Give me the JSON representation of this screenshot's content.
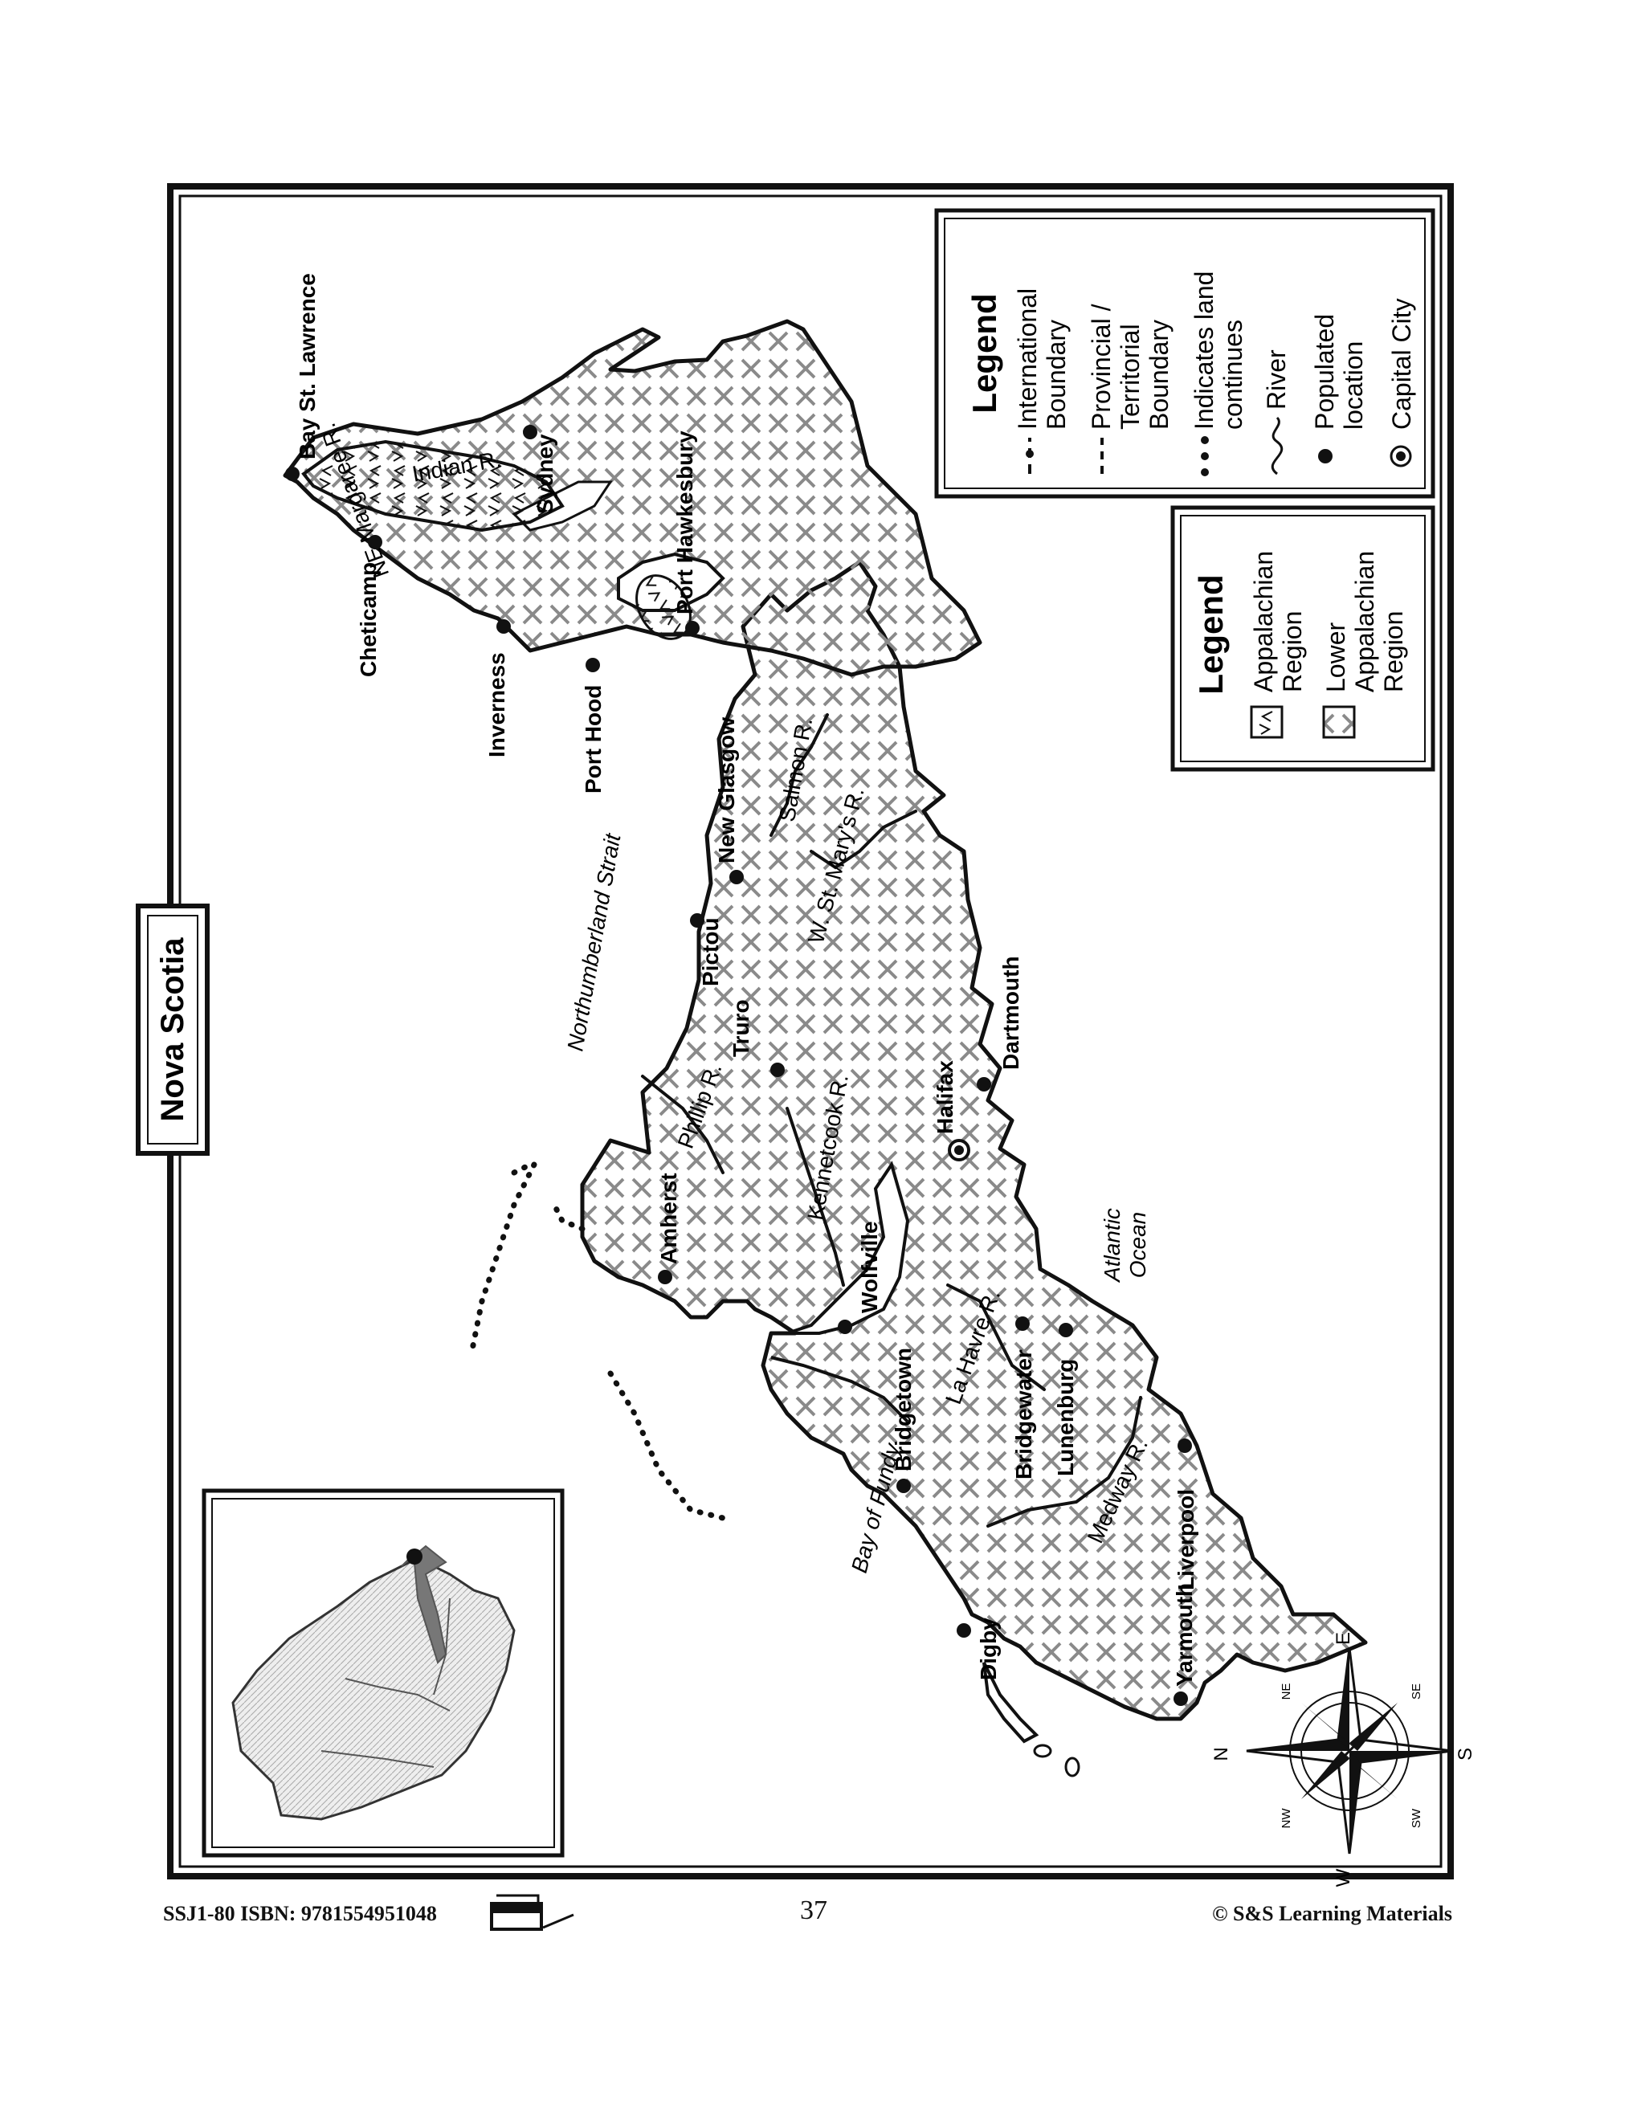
{
  "title": "Nova Scotia",
  "water": {
    "northumberland": "Northumberland Strait",
    "fundy": "Bay of Fundy",
    "atlantic_1": "Atlantic",
    "atlantic_2": "Ocean"
  },
  "rivers": {
    "indian": "Indian R.",
    "margaree": "NE Margaree R.",
    "salmon": "Salmon R.",
    "stmarys": "W. St. Mary's R.",
    "phillip": "Phillip R.",
    "kennetcook": "Kennetcook R.",
    "lahavre": "La Havre R.",
    "medway": "Medway R."
  },
  "cities": {
    "bay_st_lawrence": "Bay St. Lawrence",
    "cheticamp": "Cheticamp",
    "sydney": "Sydney",
    "inverness": "Inverness",
    "port_hood": "Port Hood",
    "port_hawkesbury": "Port Hawkesbury",
    "new_glasgow": "New Glasgow",
    "pictou": "Pictou",
    "truro": "Truro",
    "dartmouth": "Dartmouth",
    "halifax": "Halifax",
    "amherst": "Amherst",
    "wolfville": "Wolfville",
    "bridgewater": "Bridgewater",
    "lunenburg": "Lunenburg",
    "bridgetown": "Bridgetown",
    "liverpool": "Liverpool",
    "digby": "Digby",
    "yarmouth": "Yarmouth"
  },
  "legend_symbols": {
    "heading": "Legend",
    "international_1": "International",
    "international_2": "Boundary",
    "provincial_1": "Provincial /",
    "provincial_2": "Territorial",
    "provincial_3": "Boundary",
    "continues_1": "Indicates land",
    "continues_2": "continues",
    "river": "River",
    "populated_1": "Populated",
    "populated_2": "location",
    "capital": "Capital City"
  },
  "legend_regions": {
    "heading": "Legend",
    "appalachian_1": "Appalachian",
    "appalachian_2": "Region",
    "lower_1": "Lower",
    "lower_2": "Appalachian",
    "lower_3": "Region"
  },
  "compass": {
    "n": "N",
    "s": "S",
    "e": "E",
    "w": "W",
    "ne": "NE",
    "se": "SE",
    "nw": "NW",
    "sw": "SW"
  },
  "footer": {
    "left": "SSJ1-80  ISBN: 9781554951048",
    "page": "37",
    "right": "© S&S Learning Materials"
  },
  "colors": {
    "ink": "#111111",
    "pattern_gray": "#8a8a8a",
    "inset_land": "#dddddd",
    "arrow": "#777777"
  }
}
